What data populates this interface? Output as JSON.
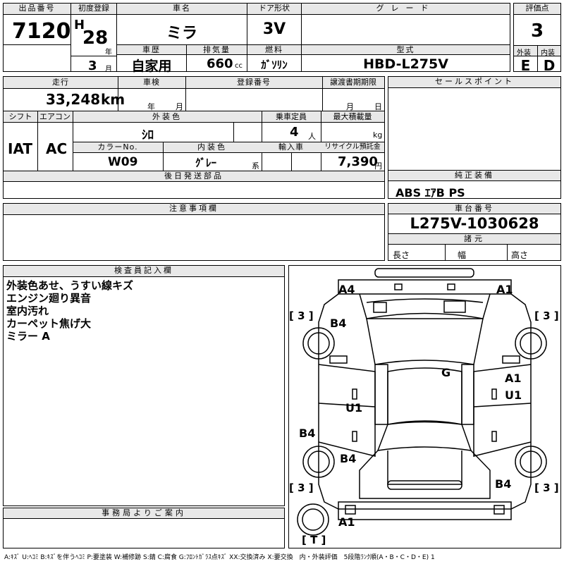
{
  "lot": {
    "label": "出品番号",
    "value": "7120"
  },
  "first_reg": {
    "label": "初度登録",
    "era": "H",
    "year": "28",
    "year_unit": "年",
    "month": "3",
    "month_unit": "月"
  },
  "car_name": {
    "label": "車名",
    "value": "ミラ"
  },
  "door": {
    "label": "ドア形状",
    "value": "3V"
  },
  "grade": {
    "label": "グレード",
    "value": ""
  },
  "score": {
    "label": "評価点",
    "value": "3",
    "ext_label": "外装",
    "int_label": "内装",
    "ext_value": "E",
    "int_value": "D"
  },
  "history": {
    "label": "車歴",
    "value": "自家用"
  },
  "displacement": {
    "label": "排気量",
    "value": "660",
    "unit": "cc"
  },
  "fuel": {
    "label": "燃料",
    "value": "ｶﾞｿﾘﾝ"
  },
  "model": {
    "label": "型式",
    "value": "HBD-L275V"
  },
  "mileage": {
    "label": "走行",
    "value": "33,248",
    "unit": "km"
  },
  "inspection": {
    "label": "車検",
    "year_unit": "年",
    "month_unit": "月"
  },
  "reg_no": {
    "label": "登録番号"
  },
  "transfer": {
    "label": "譲渡書期期限",
    "month_unit": "月",
    "day_unit": "日"
  },
  "sales_point": {
    "label": "セールスポイント"
  },
  "shift": {
    "label": "シフト",
    "value": "IAT"
  },
  "aircon": {
    "label": "エアコン",
    "value": "AC"
  },
  "ext_color": {
    "label": "外装色",
    "value": "ｼﾛ"
  },
  "capacity": {
    "label": "乗車定員",
    "value": "4",
    "unit": "人"
  },
  "max_load": {
    "label": "最大積載量",
    "unit": "kg"
  },
  "color_no": {
    "label": "カラーNo.",
    "value": "W09"
  },
  "int_color": {
    "label": "内装色",
    "value": "ｸﾞﾚｰ",
    "suffix": "系"
  },
  "import": {
    "label": "輸入車"
  },
  "recycle": {
    "label": "リサイクル預託金",
    "value": "7,390",
    "unit": "円"
  },
  "later_parts": {
    "label": "後日発送部品"
  },
  "equipment": {
    "label": "純正装備",
    "value": "ABS ｴｱB PS"
  },
  "caution": {
    "label": "注意事項欄"
  },
  "chassis": {
    "label": "車台番号",
    "value": "L275V-1030628"
  },
  "specs": {
    "label": "諸元",
    "length": "長さ",
    "width": "幅",
    "height": "高さ"
  },
  "inspector": {
    "label": "検査員記入欄",
    "notes": [
      "外装色あせ、うすい線キズ",
      "エンジン廻り異音",
      "室内汚れ",
      "カーペット焦げ大",
      "ミラー A"
    ]
  },
  "office": {
    "label": "事務局よりご案内"
  },
  "diagram": {
    "marks": [
      "A4",
      "A1",
      "B4",
      "G",
      "A1",
      "U1",
      "U1",
      "B4",
      "B4",
      "B4",
      "A1"
    ],
    "tires": [
      "[ 3 ]",
      "[ 3 ]",
      "[ 3 ]",
      "[ 3 ]",
      "[ T ]"
    ]
  },
  "legend": "A:ｷｽﾞ U:ﾍｺﾐ B:ｷｽﾞを伴うﾍｺﾐ P:要塗装 W:補修跡 S:錆 C:腐食 G:ﾌﾛﾝﾄｶﾞﾗｽ点ｷｽﾞ XX:交換済み X:要交換　内・外装評価　5段階ﾗﾝｸ順(A・B・C・D・E) 1"
}
